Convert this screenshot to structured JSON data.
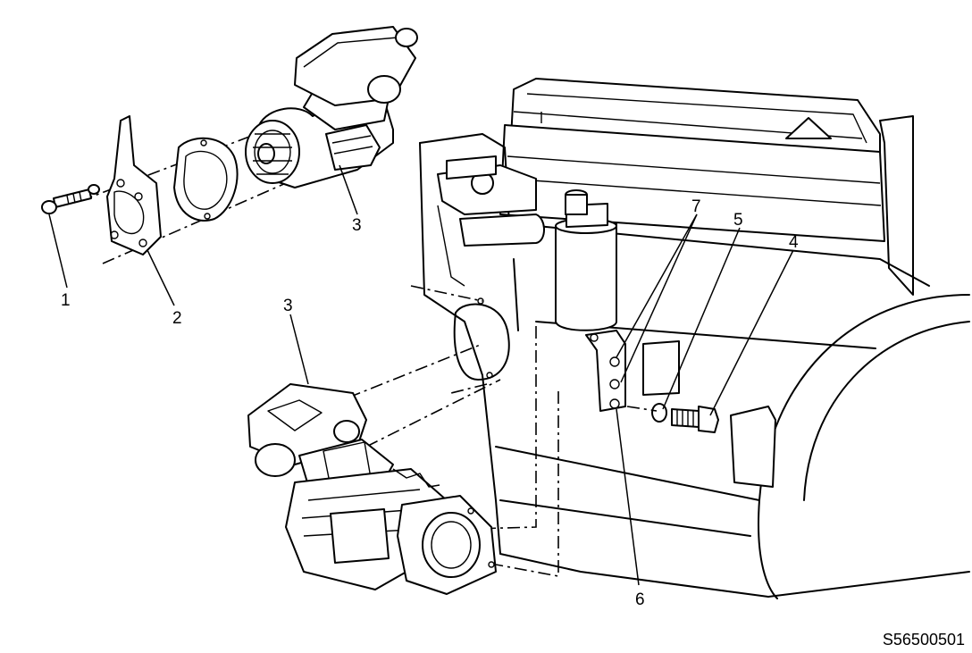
{
  "figure": {
    "id": "S56500501"
  },
  "callouts": [
    {
      "key": "c1",
      "text": "1"
    },
    {
      "key": "c2",
      "text": "2"
    },
    {
      "key": "c3a",
      "text": "3"
    },
    {
      "key": "c3b",
      "text": "3"
    },
    {
      "key": "c4",
      "text": "4"
    },
    {
      "key": "c5",
      "text": "5"
    },
    {
      "key": "c6",
      "text": "6"
    },
    {
      "key": "c7",
      "text": "7"
    }
  ]
}
